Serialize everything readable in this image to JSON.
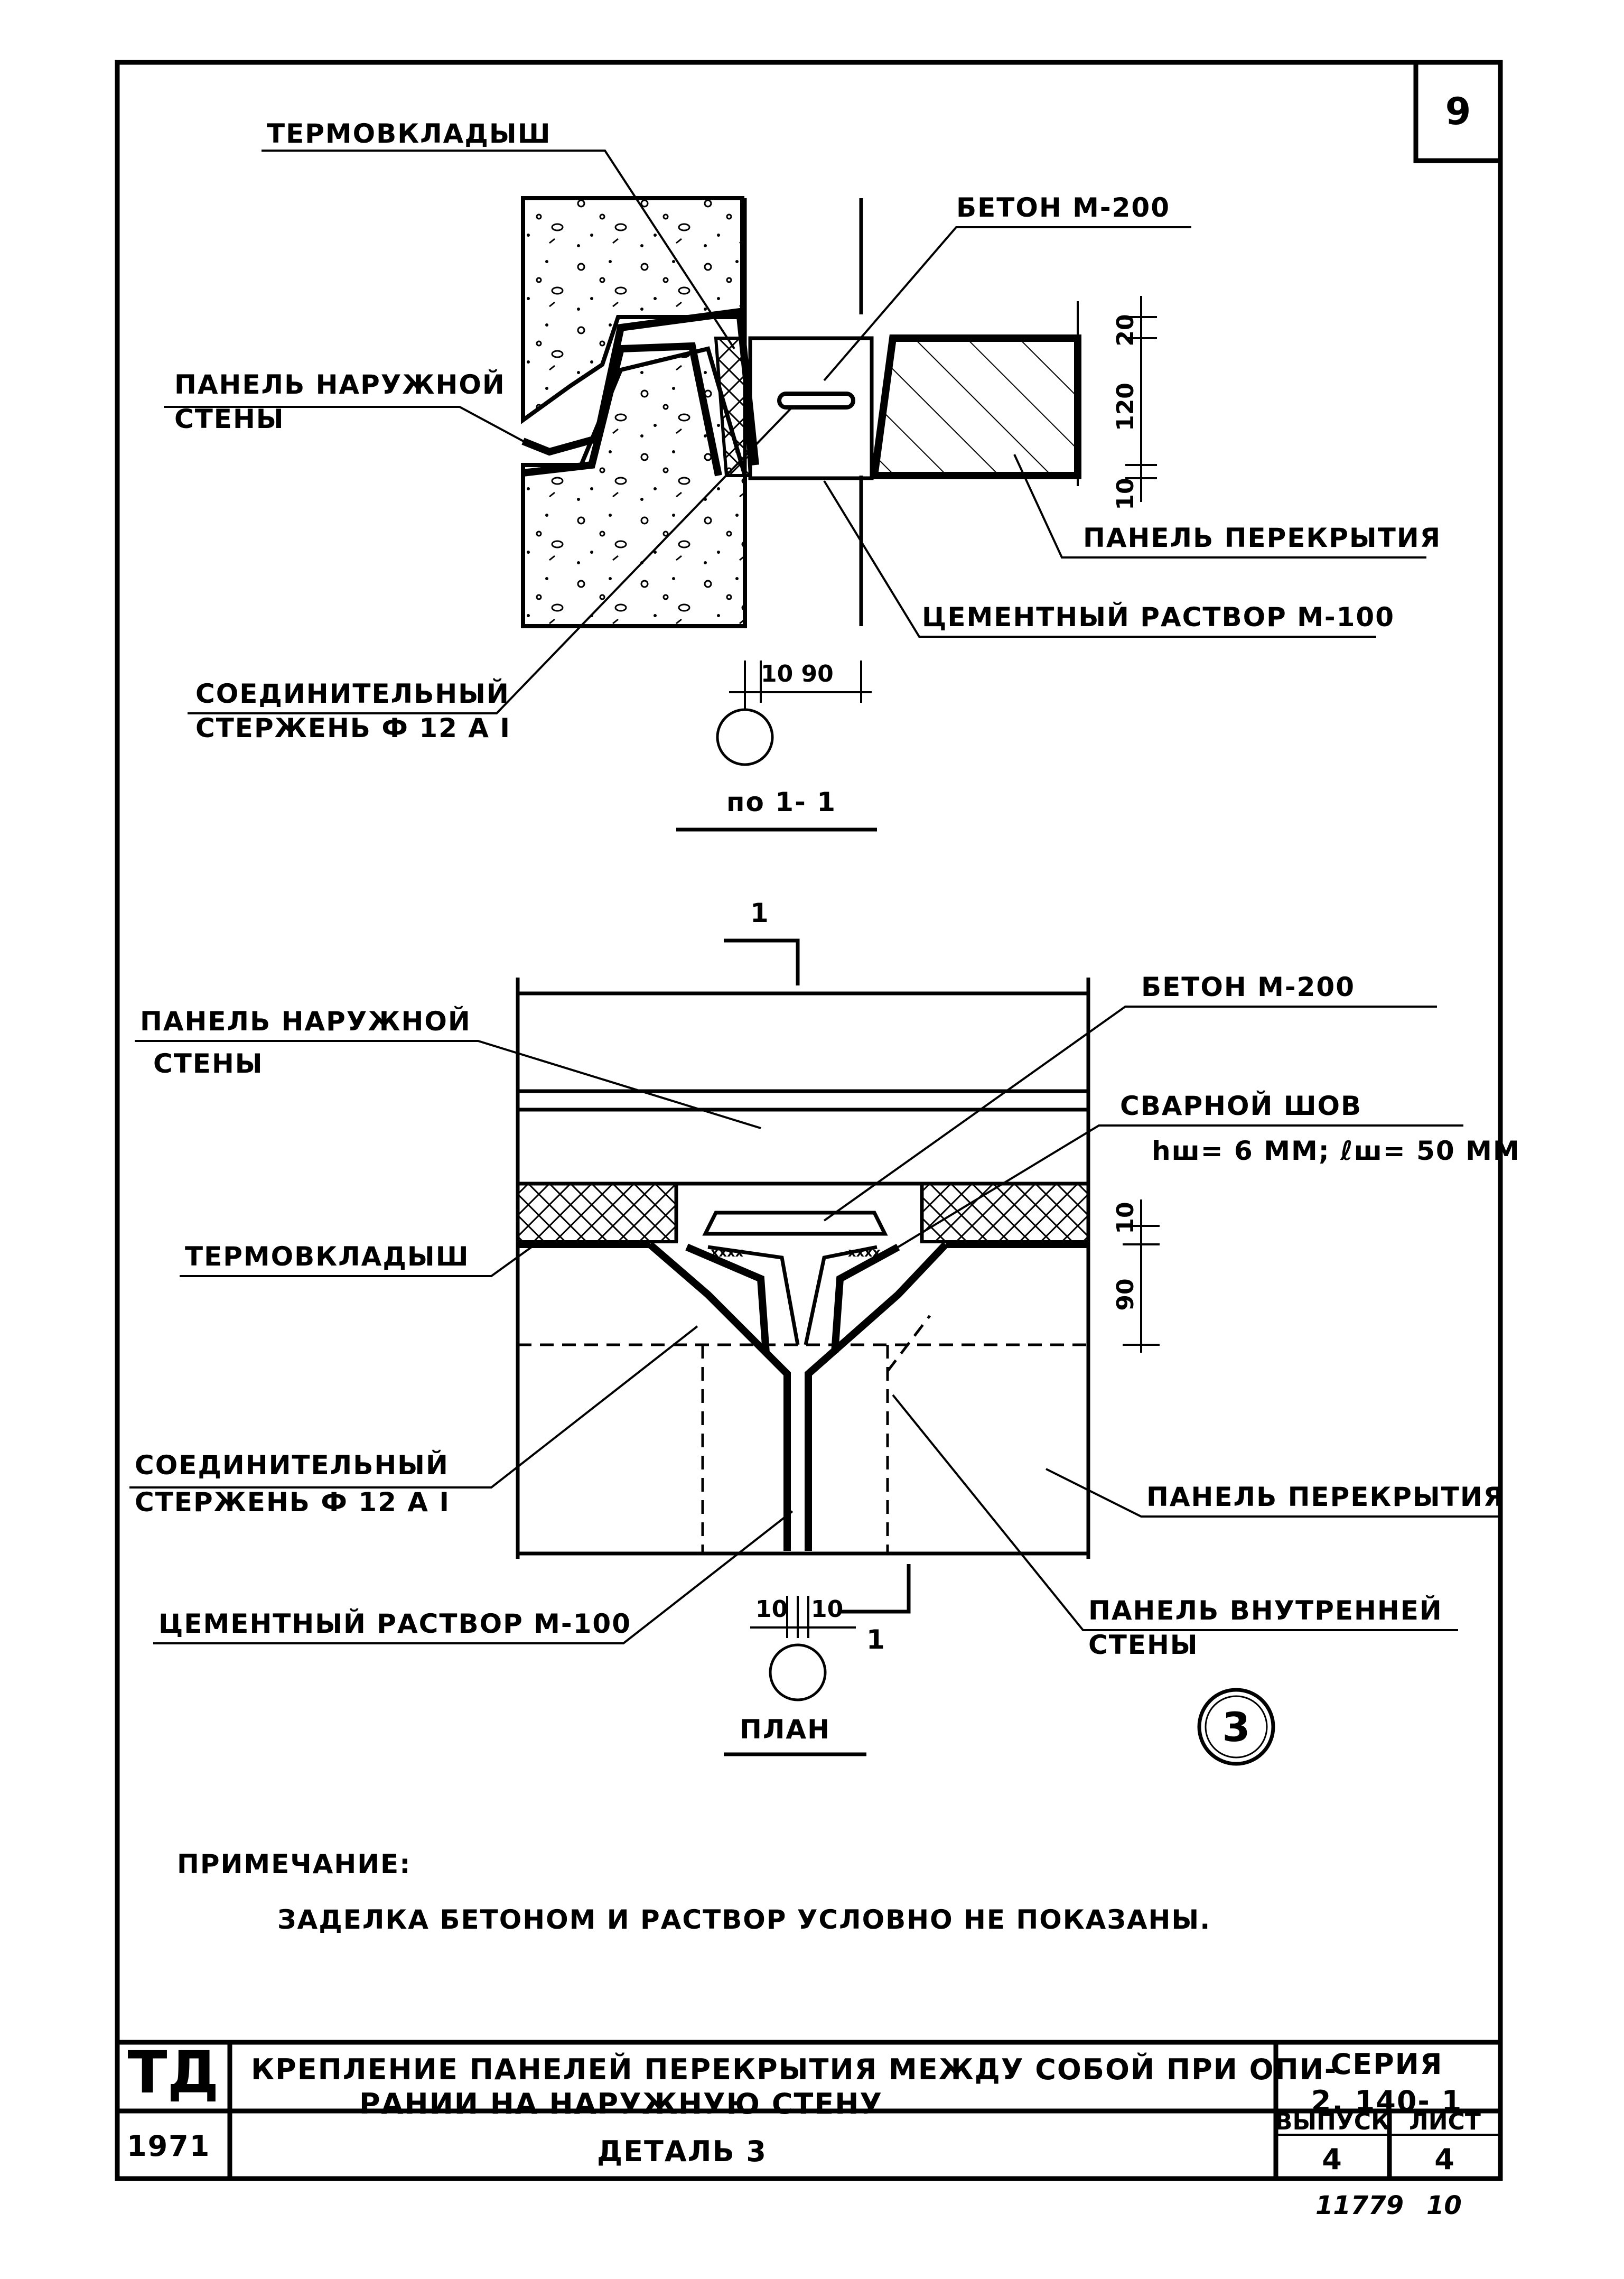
{
  "sheet_number": "9",
  "section_view": {
    "title": "по 1- 1",
    "labels": {
      "insulation": "ТЕРМОВКЛАДЫШ",
      "concrete": "БЕТОН М-200",
      "outer_wall_panel_1": "ПАНЕЛЬ НАРУЖНОЙ",
      "outer_wall_panel_2": "СТЕНЫ",
      "floor_panel": "ПАНЕЛЬ ПЕРЕКРЫТИЯ",
      "mortar": "ЦЕМЕНТНЫЙ РАСТВОР М-100",
      "rod_1": "СОЕДИНИТЕЛЬНЫЙ",
      "rod_2": "СТЕРЖЕНЬ Ф 12 А I"
    },
    "dims": {
      "top": "20",
      "middle": "120",
      "bottom": "10",
      "bottom_h": "10  90"
    }
  },
  "plan_view": {
    "title": "ПЛАН",
    "cut_mark": "1",
    "labels": {
      "outer_wall_panel_1": "ПАНЕЛЬ НАРУЖНОЙ",
      "outer_wall_panel_2": "СТЕНЫ",
      "concrete": "БЕТОН М-200",
      "weld_1": "СВАРНОЙ ШОВ",
      "weld_2": "hш= 6 ММ; ℓш= 50 ММ",
      "insulation": "ТЕРМОВКЛАДЫШ",
      "rod_1": "СОЕДИНИТЕЛЬНЫЙ",
      "rod_2": "СТЕРЖЕНЬ Ф 12 А I",
      "floor_panel": "ПАНЕЛЬ ПЕРЕКРЫТИЯ",
      "mortar": "ЦЕМЕНТНЫЙ РАСТВОР М-100",
      "inner_wall_1": "ПАНЕЛЬ ВНУТРЕННЕЙ",
      "inner_wall_2": "СТЕНЫ"
    },
    "dims": {
      "top": "10",
      "right": "90",
      "bottom_left": "10",
      "bottom_right": "10"
    },
    "detail_number": "3"
  },
  "note": {
    "heading": "ПРИМЕЧАНИЕ:",
    "text": "ЗАДЕЛКА БЕТОНОМ И РАСТВОР УСЛОВНО НЕ ПОКАЗАНЫ."
  },
  "title_block": {
    "org": "ТД",
    "year": "1971",
    "title_line1": "КРЕПЛЕНИЕ ПАНЕЛЕЙ ПЕРЕКРЫТИЯ МЕЖДУ СОБОЙ ПРИ ОПИ-",
    "title_line2": "РАНИИ  НА  НАРУЖНУЮ  СТЕНУ",
    "detail": "ДЕТАЛЬ 3",
    "series_label": "СЕРИЯ",
    "series": "2. 140- 1",
    "issue_label": "ВЫПУСК",
    "issue": "4",
    "sheet_label": "ЛИСТ",
    "sheet": "4",
    "inv_number": "11779",
    "page": "10"
  }
}
